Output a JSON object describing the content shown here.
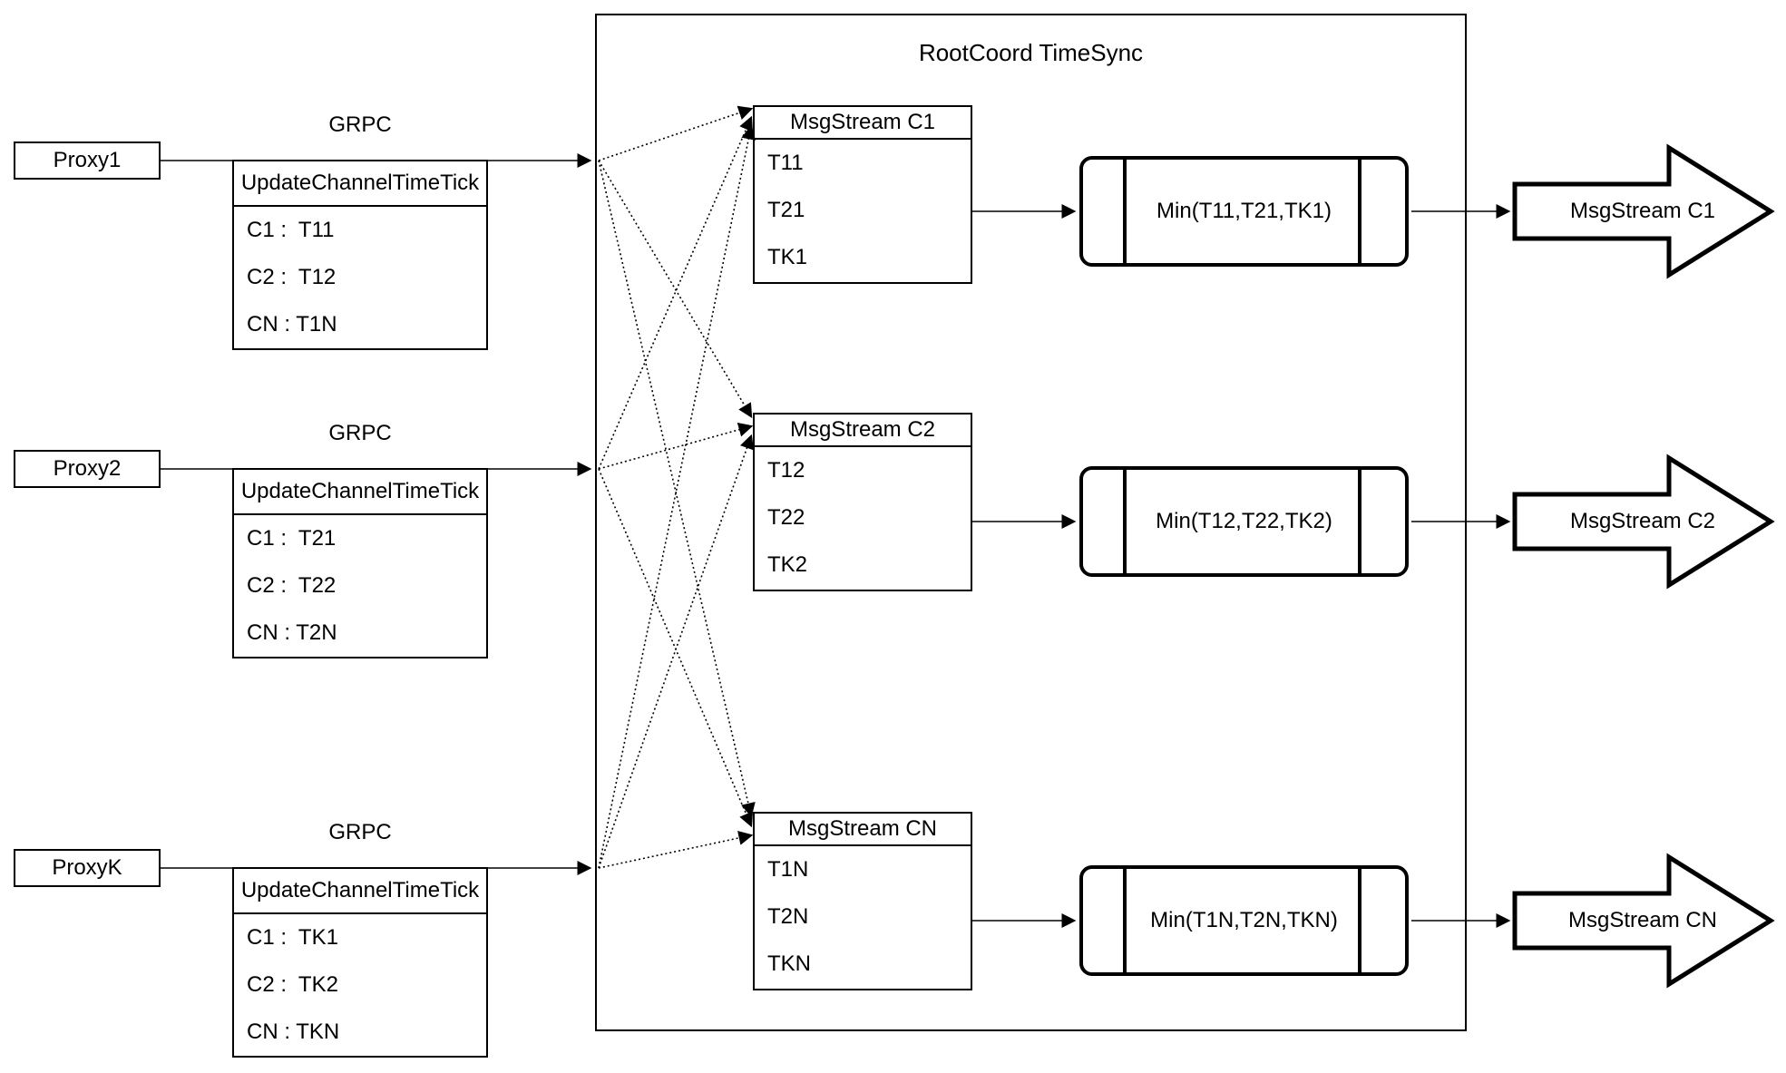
{
  "title": "RootCoord TimeSync",
  "proxies": [
    {
      "name": "Proxy1",
      "protocol": "GRPC",
      "message": {
        "header": "UpdateChannelTimeTick",
        "rows": [
          "C1 :  T11",
          "C2 :  T12",
          "CN : T1N"
        ]
      }
    },
    {
      "name": "Proxy2",
      "protocol": "GRPC",
      "message": {
        "header": "UpdateChannelTimeTick",
        "rows": [
          "C1 :  T21",
          "C2 :  T22",
          "CN : T2N"
        ]
      }
    },
    {
      "name": "ProxyK",
      "protocol": "GRPC",
      "message": {
        "header": "UpdateChannelTimeTick",
        "rows": [
          "C1 :  TK1",
          "C2 :  TK2",
          "CN : TKN"
        ]
      }
    }
  ],
  "timesync": {
    "channels": [
      {
        "stream_header": "MsgStream C1",
        "ticks": [
          "T11",
          "T21",
          "TK1"
        ],
        "min_label": "Min(T11,T21,TK1)",
        "output": "MsgStream C1"
      },
      {
        "stream_header": "MsgStream C2",
        "ticks": [
          "T12",
          "T22",
          "TK2"
        ],
        "min_label": "Min(T12,T22,TK2)",
        "output": "MsgStream C2"
      },
      {
        "stream_header": "MsgStream CN",
        "ticks": [
          "T1N",
          "T2N",
          "TKN"
        ],
        "min_label": "Min(T1N,T2N,TKN)",
        "output": "MsgStream CN"
      }
    ]
  },
  "colors": {
    "stroke": "#000000",
    "background": "#ffffff"
  }
}
